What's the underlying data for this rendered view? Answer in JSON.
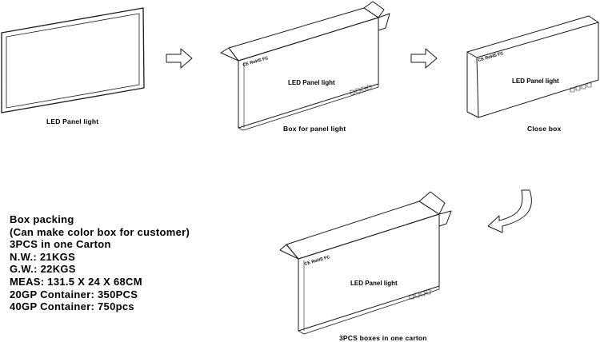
{
  "steps": [
    {
      "caption": "LED Panel light"
    },
    {
      "caption": "Box for panel light",
      "box_label": "LED Panel light",
      "cert": "CE RoHS FC"
    },
    {
      "caption": "Close box",
      "box_label": "LED Panel light",
      "cert": "CE RoHS FC"
    },
    {
      "caption": "3PCS boxes  in one carton",
      "box_label": "LED Panel light",
      "cert": "CE RoHS FC"
    }
  ],
  "packing_info": [
    "Box packing",
    "(Can make color box for customer)",
    "3PCS in one Carton",
    "N.W.: 21KGS",
    "G.W.: 22KGS",
    "MEAS: 131.5 X 24 X 68CM",
    "20GP Container: 350PCS",
    "40GP Container: 750pcs"
  ],
  "arrows": [
    "right-arrow-icon",
    "right-arrow-icon",
    "curved-down-left-arrow-icon"
  ]
}
